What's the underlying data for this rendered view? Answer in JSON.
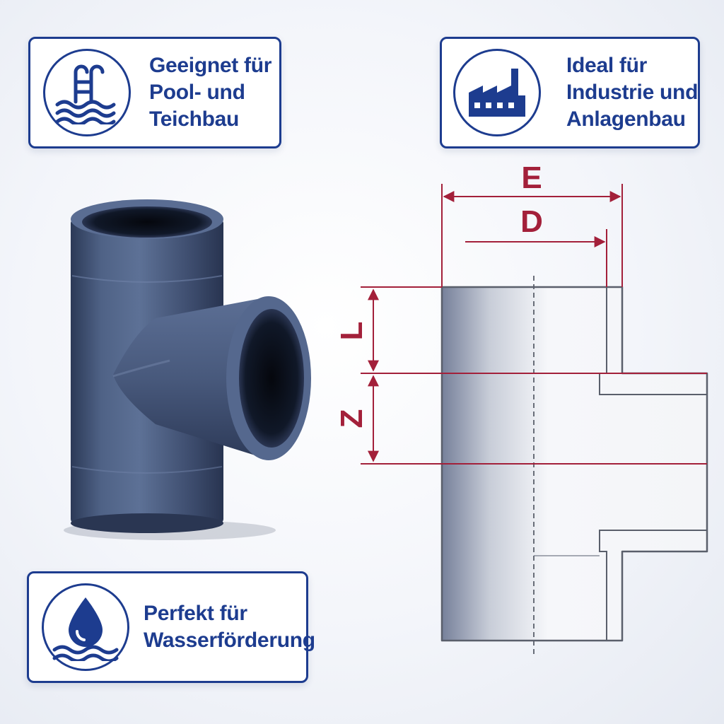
{
  "badges": {
    "pool": {
      "icon": "pool-ladder-icon",
      "lines": [
        "Geeignet für",
        "Pool- und",
        "Teichbau"
      ]
    },
    "industry": {
      "icon": "factory-icon",
      "lines": [
        "Ideal für",
        "Industrie und",
        "Anlagenbau"
      ]
    },
    "water": {
      "icon": "water-drop-icon",
      "lines": [
        "Perfekt für",
        "Wasserförderung"
      ]
    }
  },
  "diagram": {
    "labels": {
      "e": "E",
      "d": "D",
      "l": "L",
      "z": "Z"
    }
  },
  "colors": {
    "brand_blue": "#1d3c8f",
    "dimension_red": "#a3203a",
    "pipe_gray": "#4b5e80"
  }
}
